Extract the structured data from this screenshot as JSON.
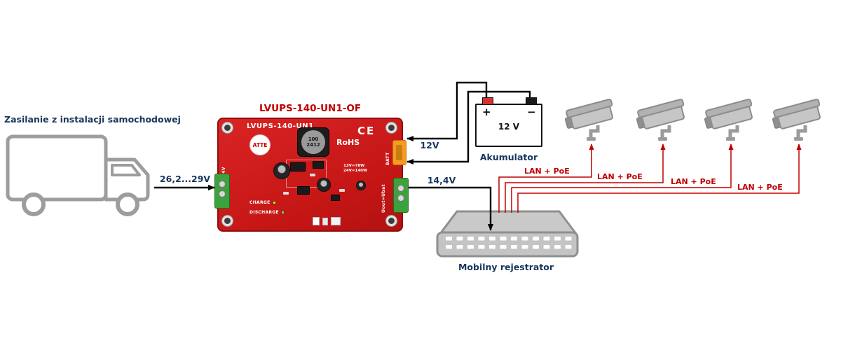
{
  "colors": {
    "navy": "#17365d",
    "red": "#c00000",
    "board_red": "#c41515",
    "gray": "#9d9d9d"
  },
  "source": {
    "caption": "Zasilanie z instalacji samochodowej"
  },
  "connections": {
    "input_voltage": "26,2...29V",
    "battery_line_voltage": "12V",
    "output_voltage": "14,4V",
    "lan_links": [
      "LAN + PoE",
      "LAN + PoE",
      "LAN + PoE",
      "LAN + PoE"
    ]
  },
  "board": {
    "title": "LVUPS-140-UN1-OF",
    "silkscreen_name": "LVUPS-140-UN1",
    "logo_text": "ATTE",
    "ce_mark": "CE",
    "rohs_mark": "RoHS",
    "inductor_line1": "100",
    "inductor_line2": "2412",
    "charge_label": "CHARGE",
    "discharge_label": "DISCHARGE",
    "input_marking": "Uin=12/24V",
    "output_marking": "Uout=Ubat",
    "power_marking_1": "13V=78W",
    "power_marking_2": "24V=140W",
    "battery_connector_label": "BATT"
  },
  "battery": {
    "plus": "+",
    "minus": "−",
    "value": "12 V",
    "caption": "Akumulator"
  },
  "recorder": {
    "caption": "Mobilny rejestrator"
  }
}
